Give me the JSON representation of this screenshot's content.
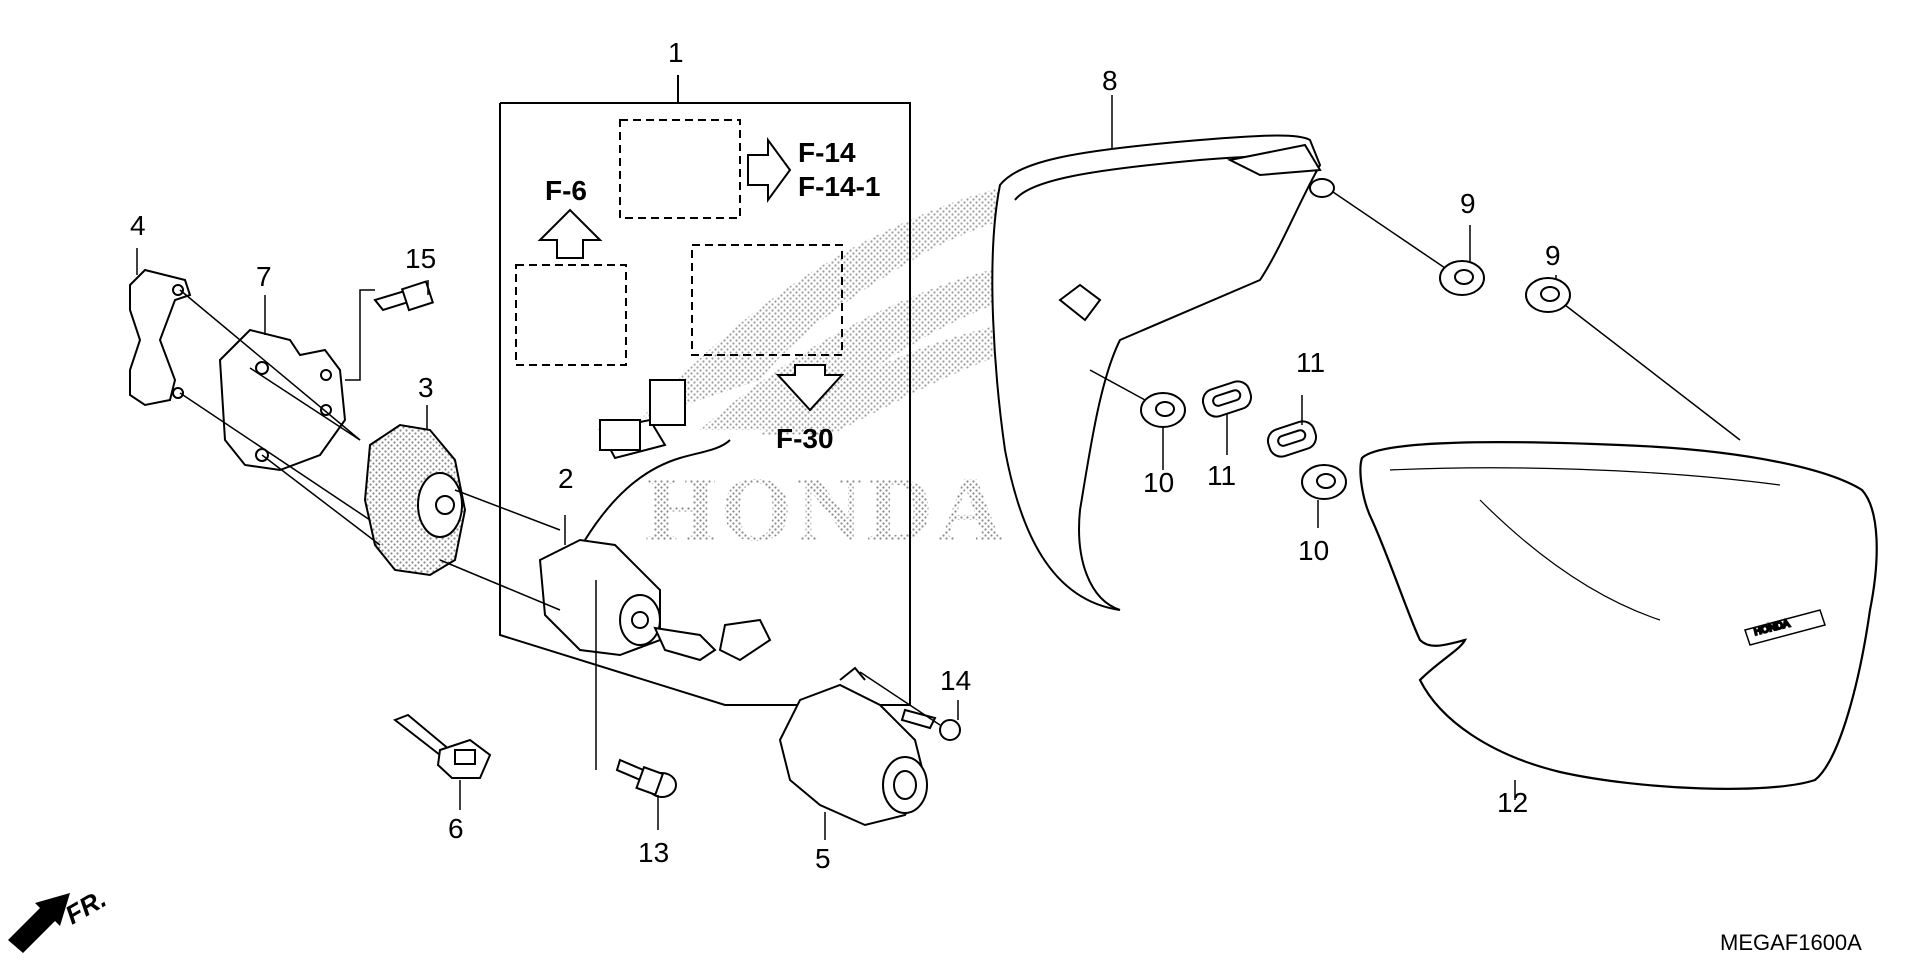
{
  "part_numbers": {
    "p1": "1",
    "p2": "2",
    "p3": "3",
    "p4": "4",
    "p5": "5",
    "p6": "6",
    "p7": "7",
    "p8": "8",
    "p9a": "9",
    "p9b": "9",
    "p10a": "10",
    "p10b": "10",
    "p11a": "11",
    "p11b": "11",
    "p12": "12",
    "p13": "13",
    "p14": "14",
    "p15": "15"
  },
  "refs": {
    "f6": "F-6",
    "f14": "F-14",
    "f14_1": "F-14-1",
    "f30": "F-30"
  },
  "front_label": "FR.",
  "watermark": "HONDA",
  "diagram_code": "MEGAF1600A"
}
